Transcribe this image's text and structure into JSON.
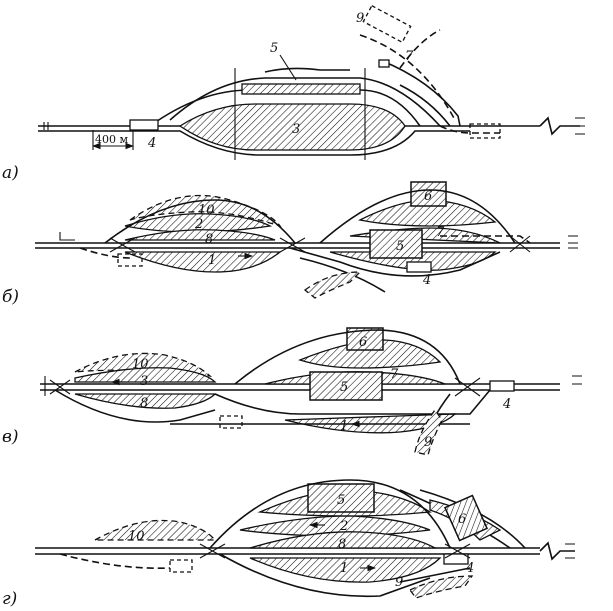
{
  "variants": [
    {
      "key": "a",
      "letter": "а)"
    },
    {
      "key": "b",
      "letter": "б)"
    },
    {
      "key": "v",
      "letter": "в)"
    },
    {
      "key": "g",
      "letter": "г)"
    }
  ],
  "scale_label": "400 м",
  "element_numbers": {
    "n1": "1",
    "n2": "2",
    "n3": "3",
    "n4": "4",
    "n5": "5",
    "n6": "6",
    "n7": "7",
    "n8": "8",
    "n9": "9",
    "n10": "10"
  }
}
